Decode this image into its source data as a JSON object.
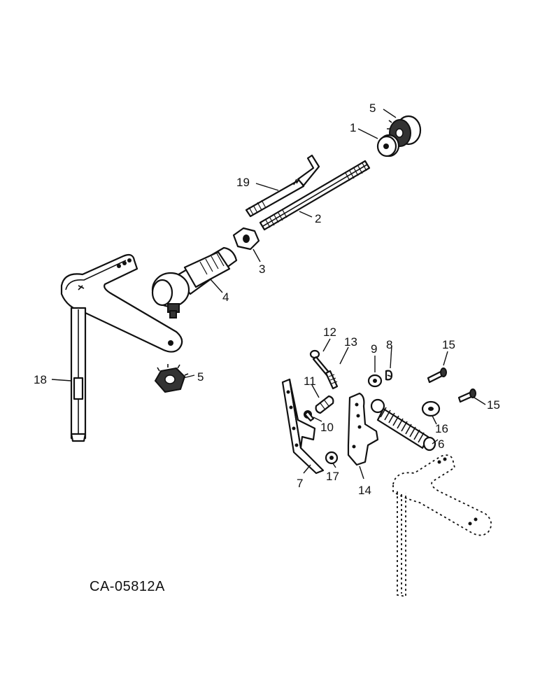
{
  "diagram": {
    "caption": "CA-05812A",
    "callouts": {
      "c1": "1",
      "c2": "2",
      "c3": "3",
      "c4": "4",
      "c5_top": "5",
      "c5_bottom": "5",
      "c6": "6",
      "c7": "7",
      "c8": "8",
      "c9": "9",
      "c10": "10",
      "c11": "11",
      "c12": "12",
      "c13": "13",
      "c14": "14",
      "c15_top": "15",
      "c15_bottom": "15",
      "c16": "16",
      "c17": "17",
      "c18": "18",
      "c19": "19"
    }
  }
}
